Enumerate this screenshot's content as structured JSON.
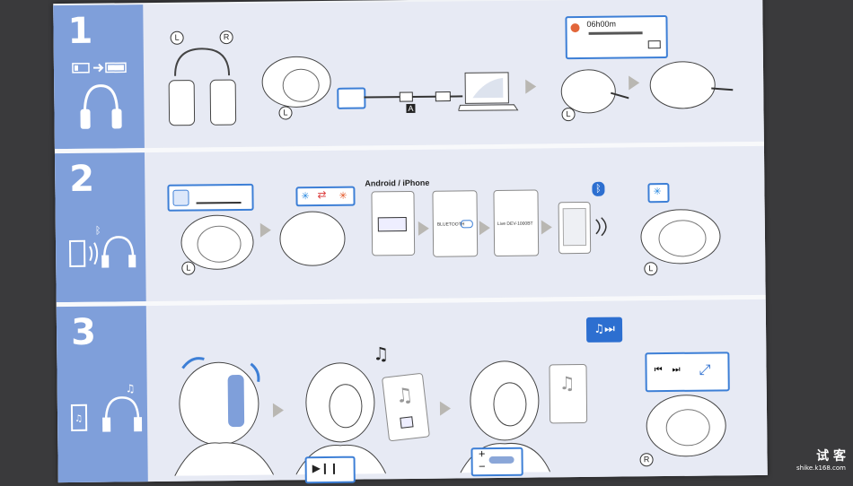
{
  "steps": [
    {
      "number": "1"
    },
    {
      "number": "2"
    },
    {
      "number": "3"
    }
  ],
  "step1": {
    "left_label": "L",
    "right_label": "R",
    "timer": "06h00m",
    "side_L": "L",
    "cable_label": "A"
  },
  "step2": {
    "section_title": "Android / iPhone",
    "screen1": "",
    "screen2": "BLUETOOTH",
    "screen3": "Live DEV-1000BT",
    "side_L": "L"
  },
  "step3": {
    "side_R": "R"
  },
  "watermark": {
    "brand": "试 客",
    "site": "shike.k168.com"
  }
}
